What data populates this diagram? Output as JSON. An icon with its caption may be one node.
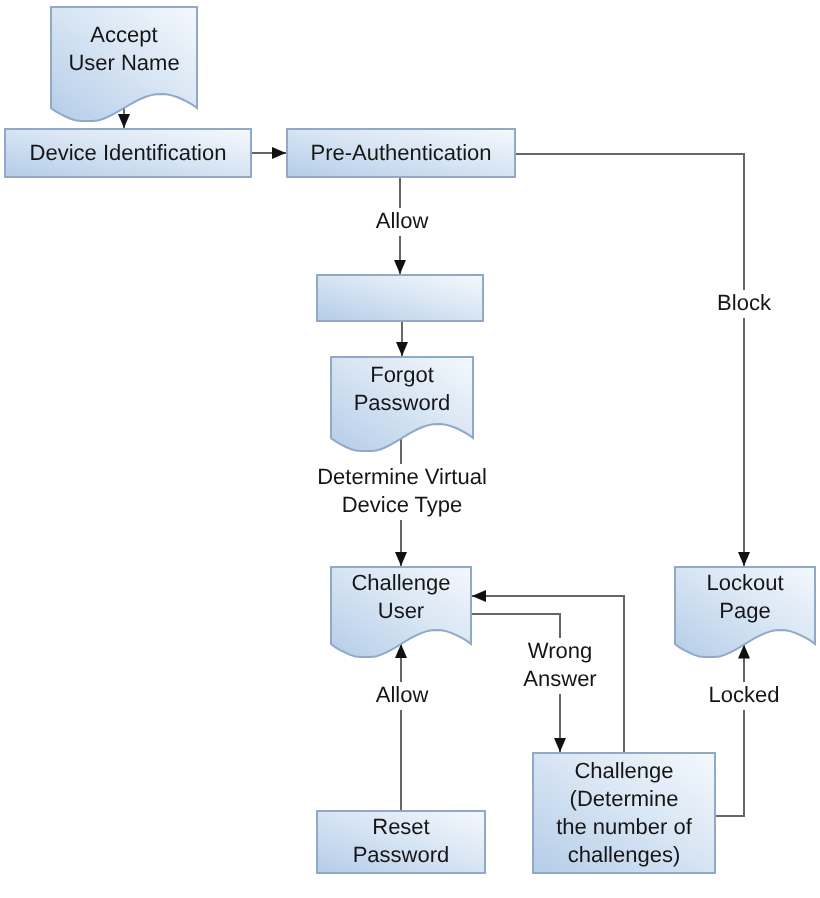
{
  "diagram": {
    "nodes": [
      {
        "text": [
          "Accept User Name"
        ]
      },
      {
        "text": [
          "Device Identification"
        ]
      },
      {
        "text": [
          "Pre-Authentication"
        ]
      },
      {
        "text": [],
        "shape": "box"
      },
      {
        "text": [
          "Forgot Password"
        ]
      },
      {
        "text": [
          "Challenge User"
        ]
      },
      {
        "text": [
          "Lockout Page"
        ]
      },
      {
        "text": [
          "Reset Password"
        ]
      },
      {
        "text": [
          "Challenge (Determine the number of challenges)"
        ]
      }
    ],
    "edges": [
      {
        "from": 0,
        "to": 1,
        "arrow": "to"
      },
      {
        "from": 1,
        "to": 2,
        "arrow": "to"
      },
      {
        "from": 2,
        "to": 3,
        "arrow": "to",
        "label": "Allow"
      },
      {
        "from": 3,
        "to": 4,
        "arrow": "to"
      },
      {
        "from": 4,
        "to": 5,
        "arrow": "to",
        "label": "Determine Virtual Device Type"
      },
      {
        "from": 2,
        "to": 6,
        "arrow": "to",
        "label": "Block"
      },
      {
        "from": 5,
        "to": 8,
        "arrow": "to",
        "label": "Wrong Answer"
      },
      {
        "from": 8,
        "to": 5,
        "arrow": "to"
      },
      {
        "from": 7,
        "to": 5,
        "arrow": "to",
        "label": "Allow"
      },
      {
        "from": 8,
        "to": 6,
        "arrow": "to",
        "label": "Locked"
      }
    ]
  }
}
